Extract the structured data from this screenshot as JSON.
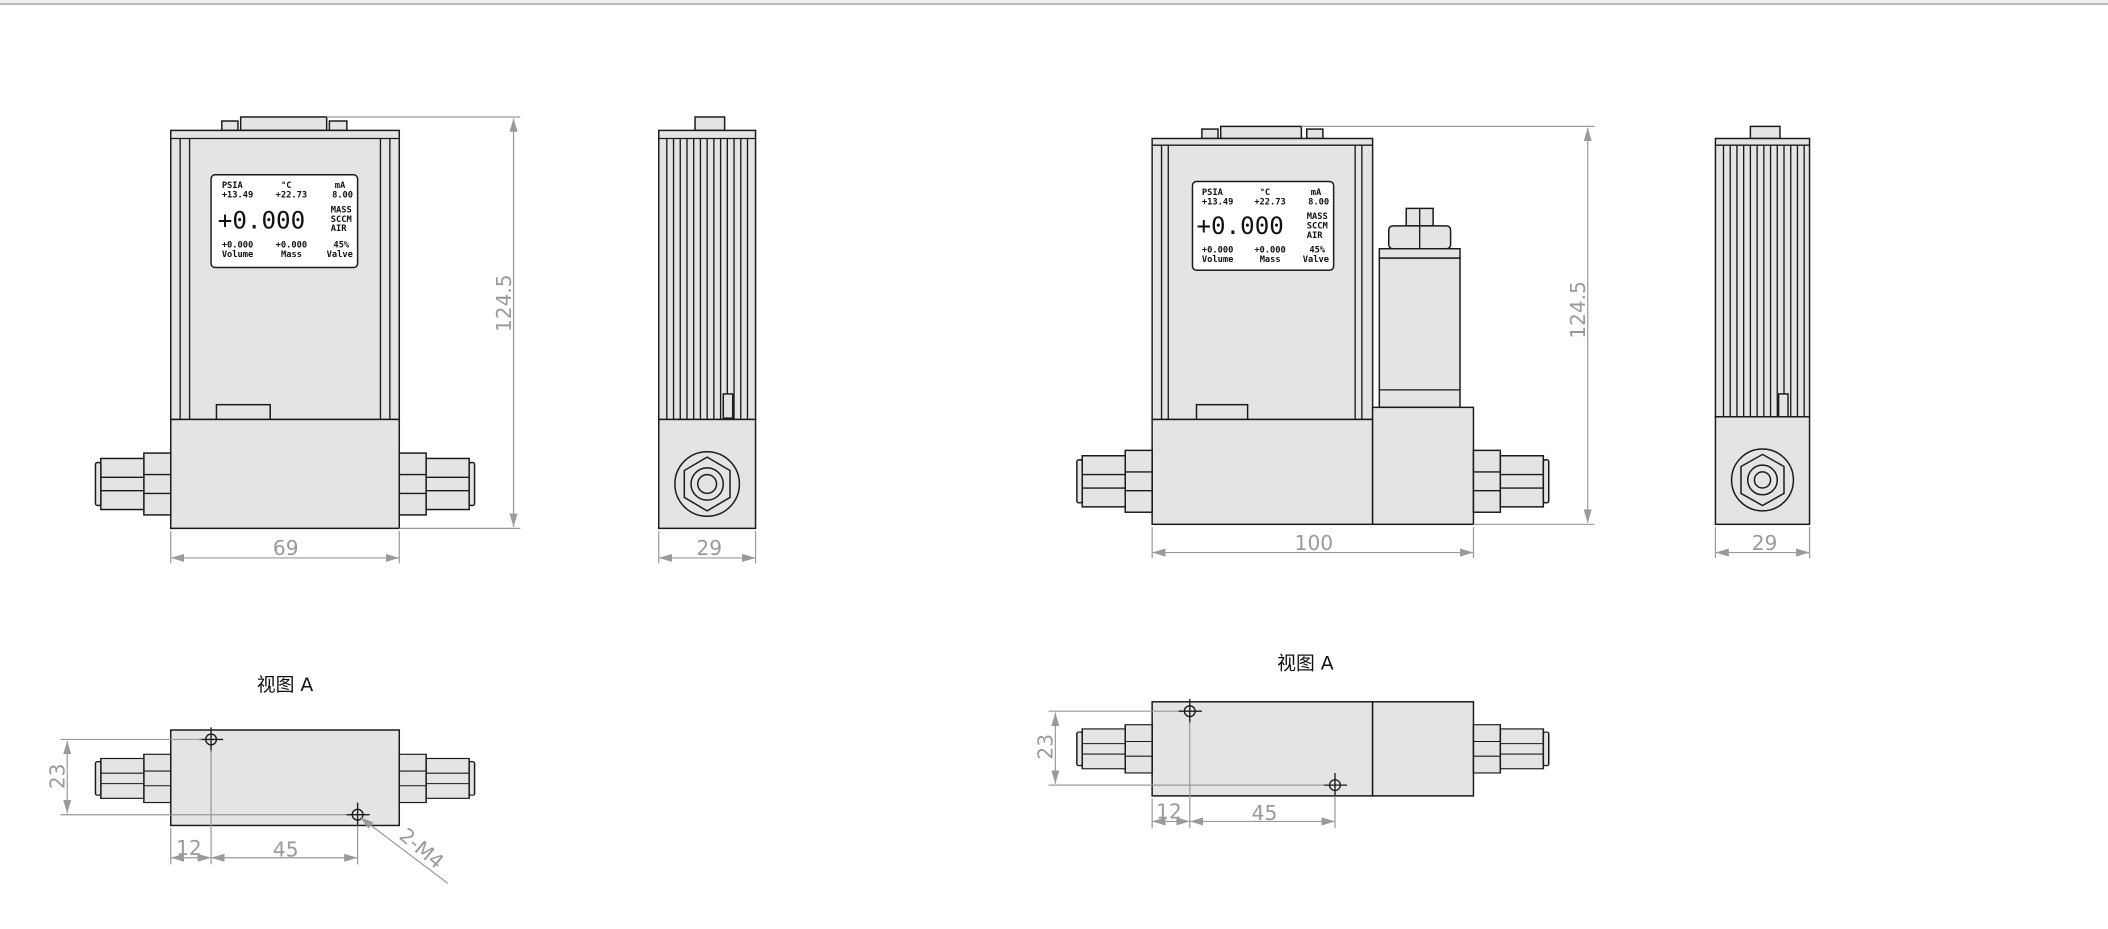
{
  "display": {
    "pressure_unit": "PSIA",
    "pressure_value": "+13.49",
    "temp_unit": "°C",
    "temp_value": "+22.73",
    "current_unit": "mA",
    "current_value": "8.00",
    "main_value": "+0.000",
    "mode_line1": "MASS",
    "mode_line2": "SCCM",
    "mode_line3": "AIR",
    "volume_value": "+0.000",
    "volume_label": "Volume",
    "mass_value": "+0.000",
    "mass_label": "Mass",
    "valve_value": "45%",
    "valve_label": "Valve"
  },
  "dimensions": {
    "height_1": "124.5",
    "width_1": "69",
    "depth_1": "29",
    "height_2": "124.5",
    "width_2": "100",
    "depth_2": "29",
    "view_a_height": "23",
    "hole_offset": "12",
    "hole_spacing": "45",
    "thread_note": "2-M4"
  },
  "view_a_title": "视图 A",
  "colors": {
    "fill": "#e4e4e4",
    "line": "#1a1a1a",
    "dimension": "#9a9a9a"
  }
}
